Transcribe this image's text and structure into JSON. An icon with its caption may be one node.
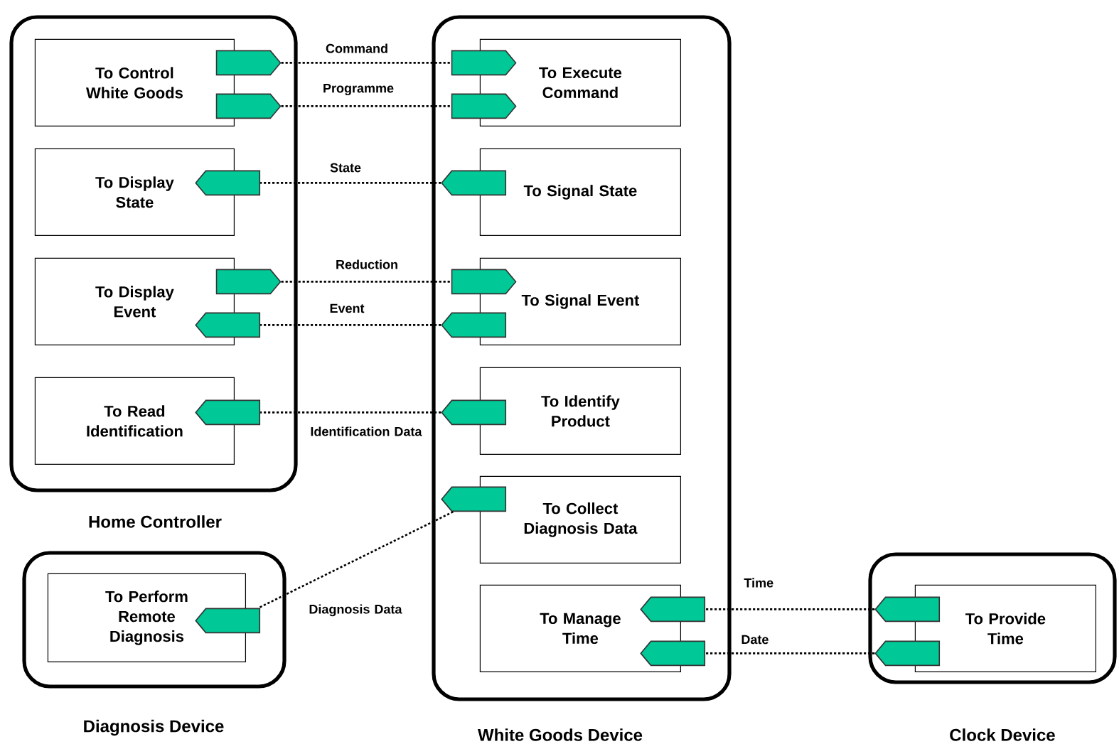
{
  "diagram": {
    "nodes": [
      {
        "text": [
          "Home Controller"
        ]
      },
      {
        "text": [
          "To Control White Goods"
        ],
        "in": 0
      },
      {
        "text": [],
        "shape": "pentagon",
        "in": 0
      },
      {
        "text": [],
        "shape": "pentagon",
        "in": 0
      },
      {
        "text": [
          "To Display State"
        ],
        "in": 0
      },
      {
        "text": [],
        "shape": "pentagon",
        "in": 0
      },
      {
        "text": [
          "To Display Event"
        ],
        "in": 0
      },
      {
        "text": [],
        "shape": "pentagon",
        "in": 0
      },
      {
        "text": [],
        "shape": "pentagon",
        "in": 0
      },
      {
        "text": [
          "To Read Identification"
        ],
        "in": 0
      },
      {
        "text": [],
        "shape": "pentagon",
        "in": 0
      },
      {
        "text": [
          "White Goods Device"
        ]
      },
      {
        "text": [
          "To Execute Command"
        ],
        "in": 11
      },
      {
        "text": [],
        "shape": "pentagon",
        "in": 11
      },
      {
        "text": [],
        "shape": "pentagon",
        "in": 11
      },
      {
        "text": [
          "To Signal State"
        ],
        "in": 11
      },
      {
        "text": [],
        "shape": "pentagon",
        "in": 11
      },
      {
        "text": [
          "To Signal Event"
        ],
        "in": 11
      },
      {
        "text": [],
        "shape": "pentagon",
        "in": 11
      },
      {
        "text": [],
        "shape": "pentagon",
        "in": 11
      },
      {
        "text": [
          "To Identify Product"
        ],
        "in": 11
      },
      {
        "text": [],
        "shape": "pentagon",
        "in": 11
      },
      {
        "text": [
          "To Collect Diagnosis Data"
        ],
        "in": 11
      },
      {
        "text": [],
        "shape": "pentagon",
        "in": 11
      },
      {
        "text": [
          "To Manage Time"
        ],
        "in": 11
      },
      {
        "text": [],
        "shape": "pentagon",
        "in": 11
      },
      {
        "text": [],
        "shape": "pentagon",
        "in": 11
      },
      {
        "text": [
          "Diagnosis Device"
        ]
      },
      {
        "text": [
          "To Perform Remote Diagnosis"
        ],
        "in": 27
      },
      {
        "text": [],
        "shape": "pentagon",
        "in": 27
      },
      {
        "text": [
          "Clock Device"
        ]
      },
      {
        "text": [
          "To Provide Time"
        ],
        "in": 30
      },
      {
        "text": [],
        "shape": "pentagon",
        "in": 30
      },
      {
        "text": [],
        "shape": "pentagon",
        "in": 30
      }
    ],
    "edges": [
      {
        "from": 2,
        "to": 13,
        "arrow": "none",
        "label": "Command"
      },
      {
        "from": 3,
        "to": 14,
        "arrow": "none",
        "label": "Programme"
      },
      {
        "from": 16,
        "to": 5,
        "arrow": "none",
        "label": "State"
      },
      {
        "from": 7,
        "to": 18,
        "arrow": "none",
        "label": "Reduction"
      },
      {
        "from": 19,
        "to": 8,
        "arrow": "none",
        "label": "Event"
      },
      {
        "from": 21,
        "to": 10,
        "arrow": "none",
        "label": "Identification Data"
      },
      {
        "from": 23,
        "to": 29,
        "arrow": "none",
        "label": "Diagnosis Data"
      },
      {
        "from": 32,
        "to": 25,
        "arrow": "none",
        "label": "Time"
      },
      {
        "from": 33,
        "to": 26,
        "arrow": "none",
        "label": "Date"
      }
    ]
  }
}
